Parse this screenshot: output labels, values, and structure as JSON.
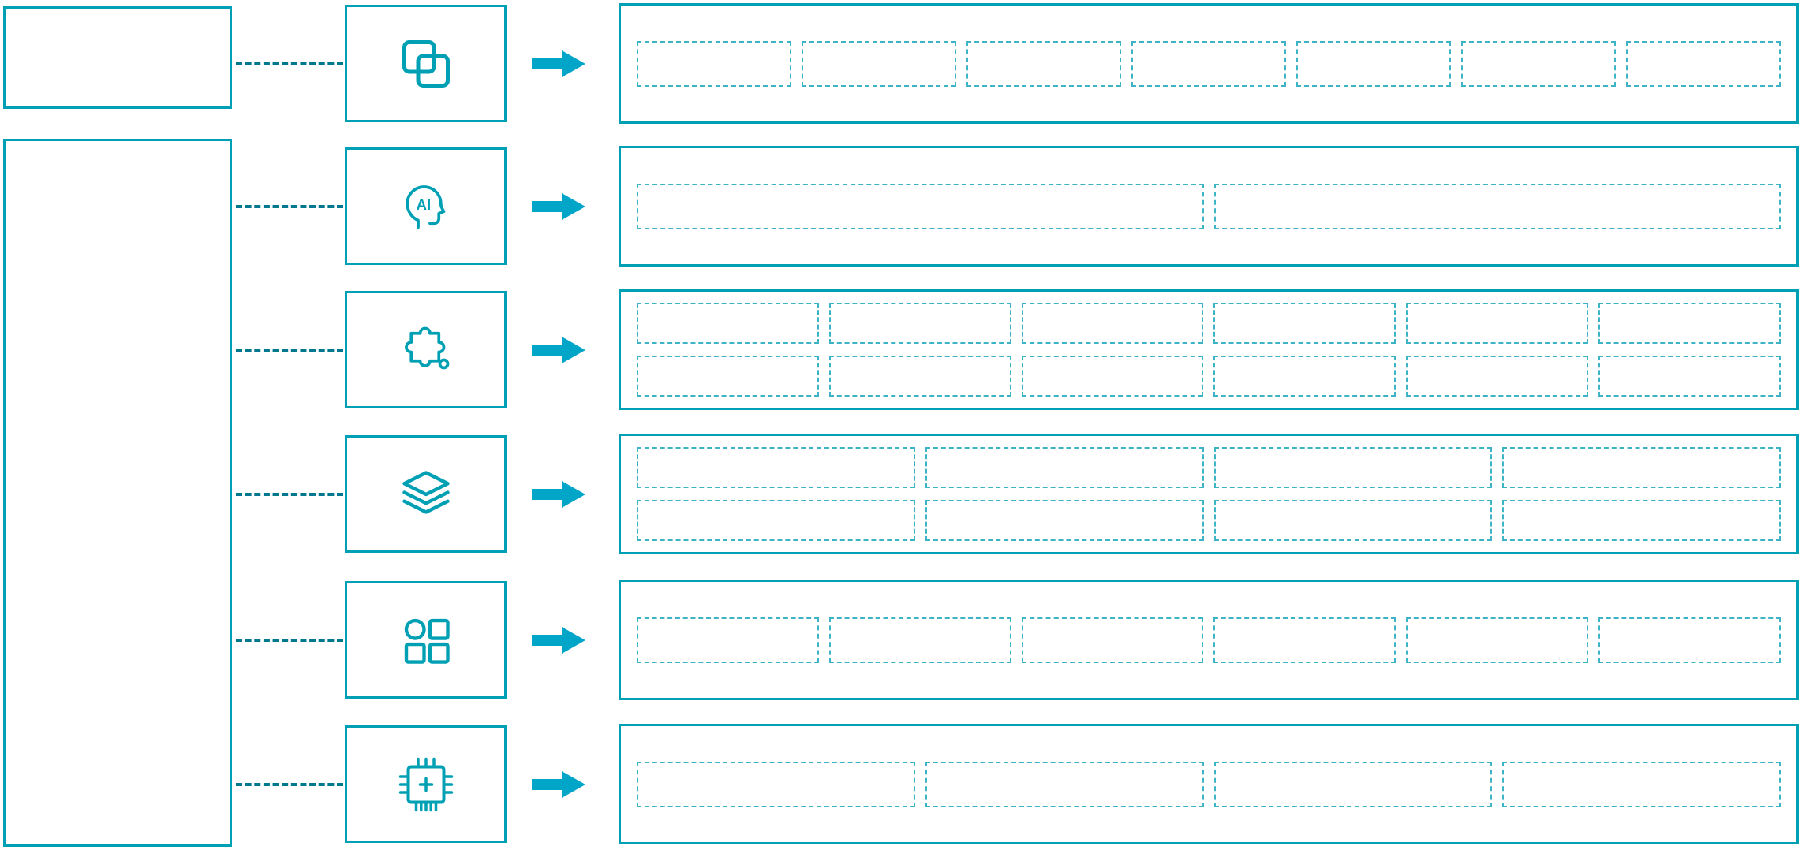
{
  "colors": {
    "outline": "#00a0b4",
    "placeholder_dash": "#3cb4c6",
    "connector_dash": "#00798e",
    "arrow": "#00a5c8",
    "background": "#ffffff"
  },
  "rows": [
    {
      "icon": "overlapping-windows-icon",
      "placeholder_grid": {
        "rows": 1,
        "cols": 7
      }
    },
    {
      "icon": "ai-head-icon",
      "icon_text": "AI",
      "placeholder_grid": {
        "rows": 1,
        "cols": 2
      }
    },
    {
      "icon": "puzzle-icon",
      "placeholder_grid": {
        "rows": 2,
        "cols": 6
      }
    },
    {
      "icon": "layers-icon",
      "placeholder_grid": {
        "rows": 2,
        "cols": 4
      }
    },
    {
      "icon": "shapes-grid-icon",
      "placeholder_grid": {
        "rows": 1,
        "cols": 6
      }
    },
    {
      "icon": "cpu-plus-icon",
      "placeholder_grid": {
        "rows": 1,
        "cols": 4
      }
    }
  ]
}
